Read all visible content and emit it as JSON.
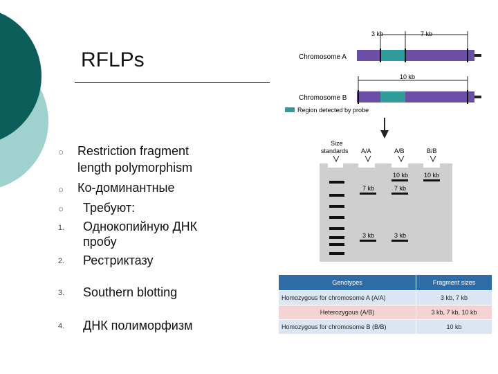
{
  "slide": {
    "title": "RFLPs",
    "colors": {
      "teal_dark": "#0c5e5b",
      "teal_light": "#9fd1cf",
      "chrom_purple": "#6b4fa6",
      "probe_teal": "#2f9a9a",
      "gel_gray": "#cfcfcf",
      "table_blue": "#2e6ca8"
    },
    "bullets": [
      {
        "marker": "○",
        "text_lines": [
          "Restriction fragment",
          "length polymorphism"
        ]
      },
      {
        "marker": "○",
        "text_lines": [
          "Ко-доминантные"
        ]
      },
      {
        "marker": "○",
        "text_lines": [
          "Требуют:"
        ]
      }
    ],
    "numbered": [
      {
        "marker": "1.",
        "text_lines": [
          "Однокопийную ДНК",
          "пробу"
        ]
      },
      {
        "marker": "2.",
        "text_lines": [
          "Рестриктазу"
        ]
      },
      {
        "marker": "3.",
        "text_lines": [
          "Southern blotting"
        ]
      },
      {
        "marker": "4.",
        "text_lines": [
          "ДНК полиморфизм"
        ]
      }
    ]
  },
  "figure": {
    "dim_3kb": "3 kb",
    "dim_7kb": "7 kb",
    "dim_10kb": "10 kb",
    "chromosome_a": "Chromosome A",
    "chromosome_b": "Chromosome B",
    "legend_text": "Region detected by probe",
    "gel": {
      "size_standards": [
        "Size",
        "standards"
      ],
      "lanes": [
        "A/A",
        "A/B",
        "B/B"
      ],
      "band_10kb": "10 kb",
      "band_7kb": "7 kb",
      "band_3kb": "3 kb"
    },
    "table": {
      "headers": [
        "Genotypes",
        "Fragment sizes"
      ],
      "rows": [
        [
          "Homozygous for chromosome A (A/A)",
          "3 kb, 7 kb"
        ],
        [
          "Heterozygous (A/B)",
          "3 kb, 7 kb, 10 kb"
        ],
        [
          "Homozygous for chromosome B (B/B)",
          "10 kb"
        ]
      ]
    }
  }
}
